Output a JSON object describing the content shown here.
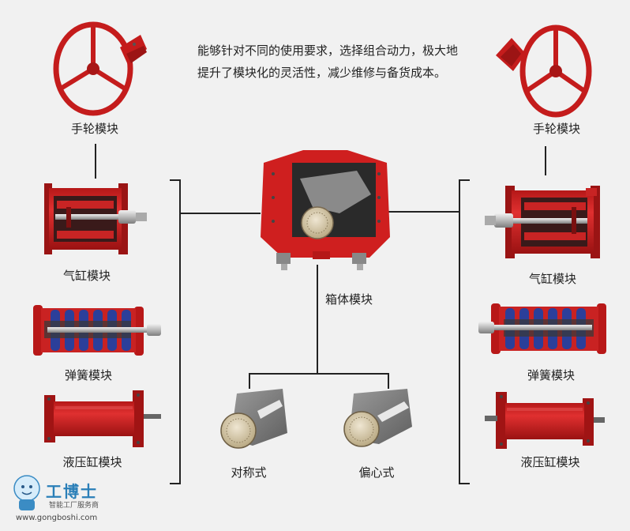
{
  "description": "能够针对不同的使用要求，选择组合动力，极大地提升了模块化的灵活性，减少维修与备货成本。",
  "labels": {
    "handwheel_left": "手轮模块",
    "handwheel_right": "手轮模块",
    "cylinder_left": "气缸模块",
    "cylinder_right": "气缸模块",
    "spring_left": "弹簧模块",
    "spring_right": "弹簧模块",
    "hydraulic_left": "液压缸模块",
    "hydraulic_right": "液压缸模块",
    "housing": "箱体模块",
    "symmetric": "对称式",
    "eccentric": "偏心式"
  },
  "watermark": {
    "title": "工博士",
    "subtitle": "智能工厂服务商",
    "url": "www.gongboshi.com"
  },
  "colors": {
    "red": "#d42020",
    "dark_red": "#9c1414",
    "blue": "#2b3f9a",
    "gray": "#8a8a8a",
    "line": "#222222"
  }
}
